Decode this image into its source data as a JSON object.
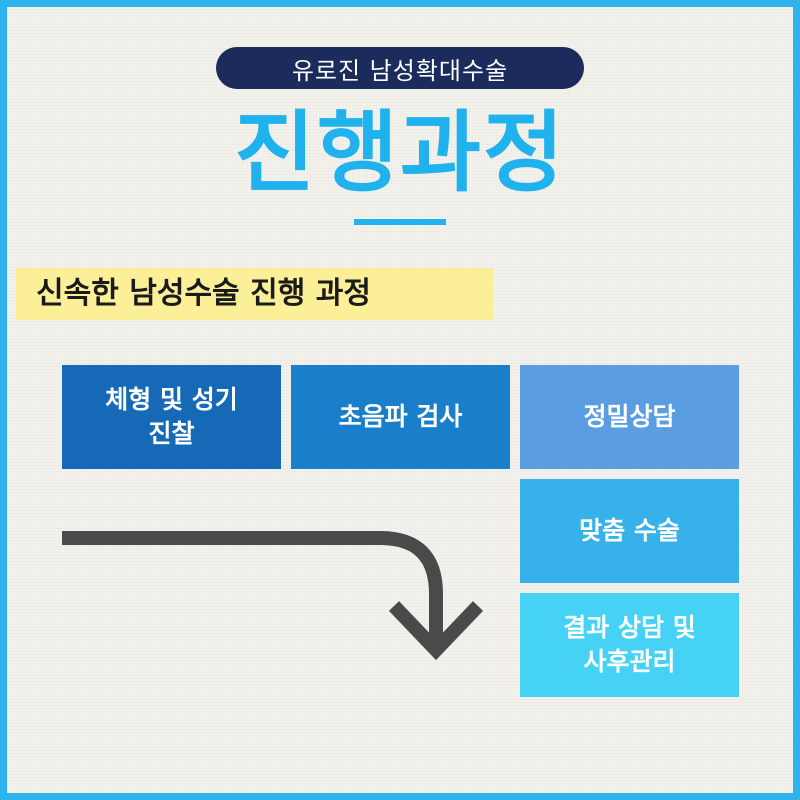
{
  "header": {
    "pill_text": "유로진 남성확대수술",
    "main_title": "진행과정",
    "subtitle": "신속한 남성수술 진행 과정"
  },
  "steps": [
    {
      "label": "체형 및 성기\n진찰",
      "color": "#1669b6"
    },
    {
      "label": "초음파 검사",
      "color": "#1a7fcb"
    },
    {
      "label": "정밀상담",
      "color": "#5a9de0"
    },
    {
      "label": "맞춤 수술",
      "color": "#36b1ea"
    },
    {
      "label": "결과 상담 및\n사후관리",
      "color": "#46d2f4"
    }
  ],
  "colors": {
    "border": "#2fb3ec",
    "title": "#1fb2ec",
    "pill_bg": "#1a2b5c",
    "highlight": "#fbf097",
    "arrow": "#4a4a4a"
  }
}
